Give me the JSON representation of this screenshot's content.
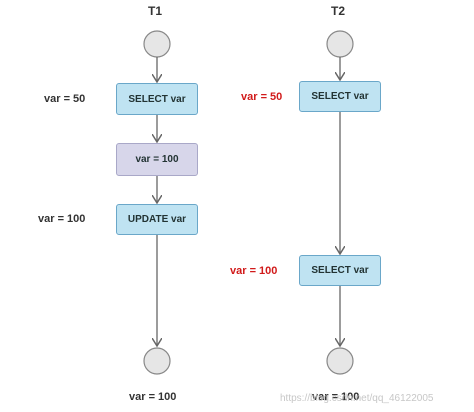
{
  "titles": {
    "t1": "T1",
    "t2": "T2"
  },
  "t1": {
    "nodes": {
      "select": "SELECT var",
      "assign": "var = 100",
      "update": "UPDATE var"
    },
    "labels": {
      "select": "var = 50",
      "update": "var = 100",
      "end": "var = 100"
    }
  },
  "t2": {
    "nodes": {
      "select1": "SELECT var",
      "select2": "SELECT var"
    },
    "labels": {
      "select1": "var = 50",
      "select2": "var = 100",
      "end": "var = 100"
    }
  },
  "watermark": "https://blog.csdn.net/qq_46122005",
  "colors": {
    "node_fill": "#bfe3f2",
    "node_border": "#6aa7c9",
    "assign_fill": "#d7d6ea",
    "circle_fill": "#e6e6e6",
    "arrow": "#666666",
    "highlight_text": "#d11a1a"
  }
}
